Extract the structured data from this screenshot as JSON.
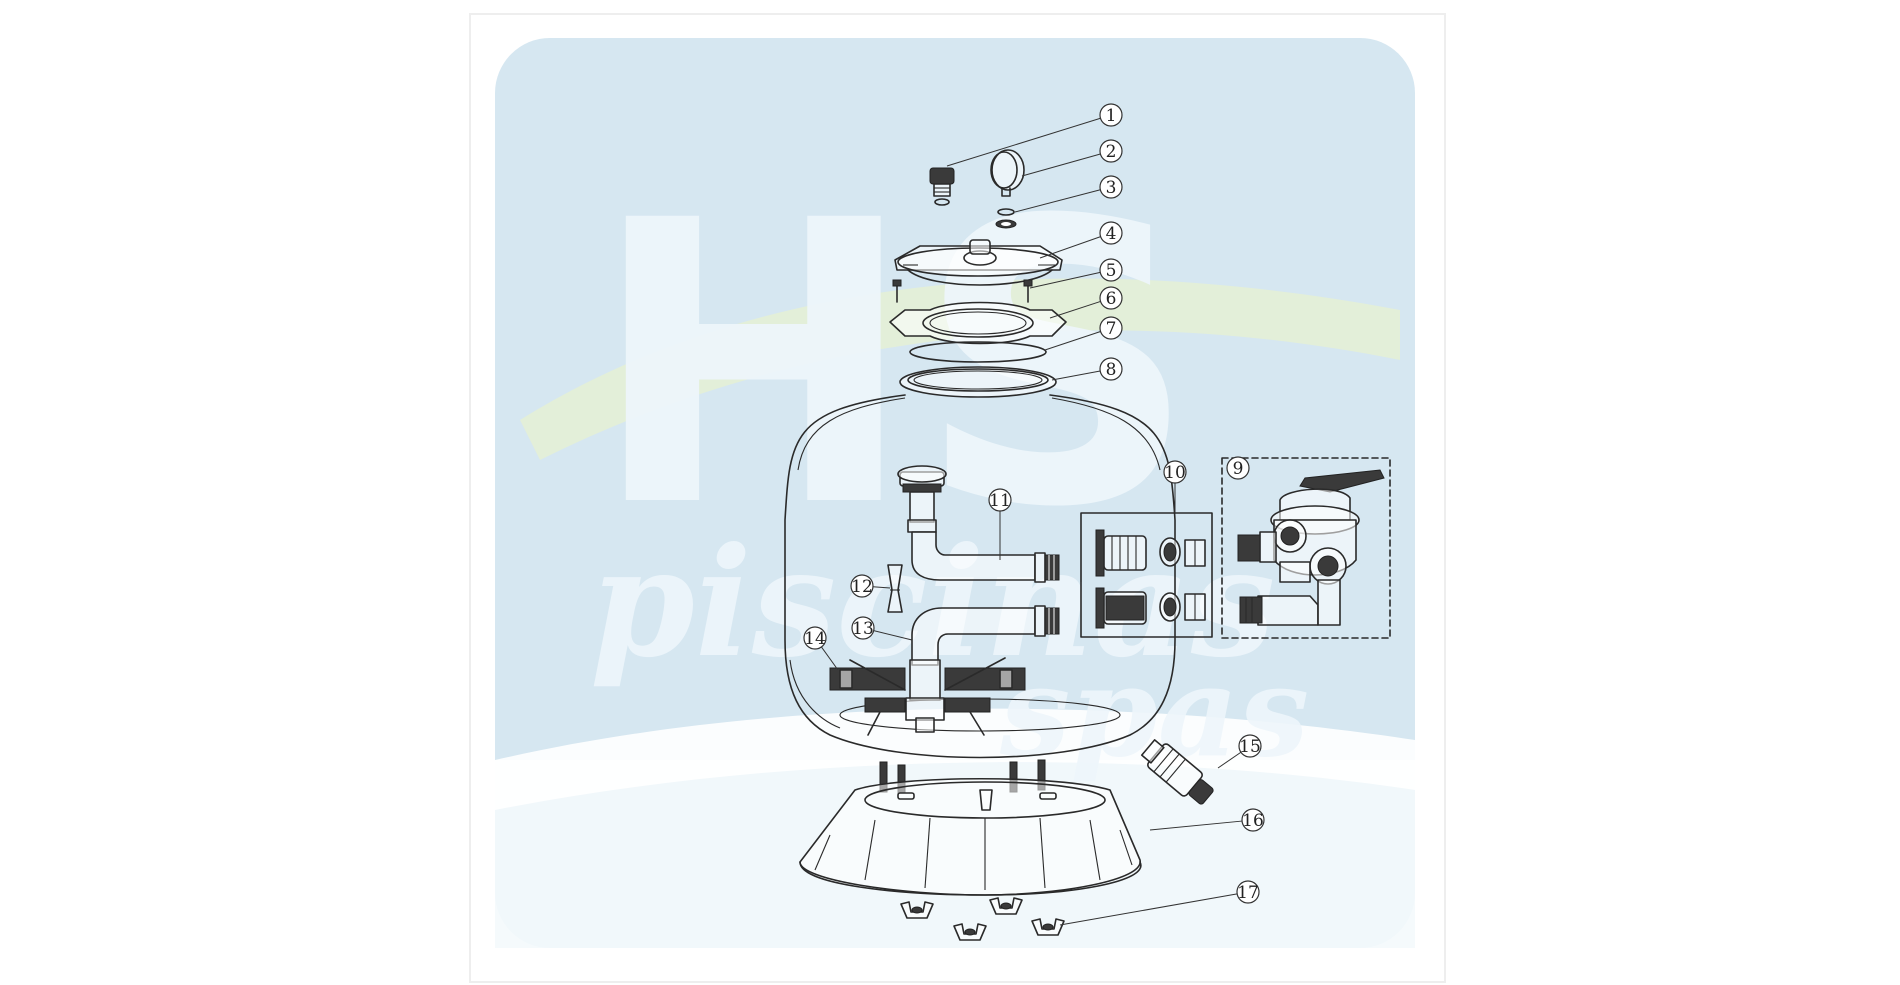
{
  "watermark": {
    "brand": "HS",
    "line1": "piscinas",
    "line2": "spas",
    "colors": {
      "panel": "#cfe3ef",
      "letters": "#eef6fb",
      "swoosh": "#e4f0d6"
    }
  },
  "diagram": {
    "background": "#ffffff",
    "frame_color": "#eeeeee",
    "callouts": [
      {
        "id": 1,
        "label": "1"
      },
      {
        "id": 2,
        "label": "2"
      },
      {
        "id": 3,
        "label": "3"
      },
      {
        "id": 4,
        "label": "4"
      },
      {
        "id": 5,
        "label": "5"
      },
      {
        "id": 6,
        "label": "6"
      },
      {
        "id": 7,
        "label": "7"
      },
      {
        "id": 8,
        "label": "8"
      },
      {
        "id": 9,
        "label": "9"
      },
      {
        "id": 10,
        "label": "10"
      },
      {
        "id": 11,
        "label": "11"
      },
      {
        "id": 12,
        "label": "12"
      },
      {
        "id": 13,
        "label": "13"
      },
      {
        "id": 14,
        "label": "14"
      },
      {
        "id": 15,
        "label": "15"
      },
      {
        "id": 16,
        "label": "16"
      },
      {
        "id": 17,
        "label": "17"
      }
    ]
  }
}
